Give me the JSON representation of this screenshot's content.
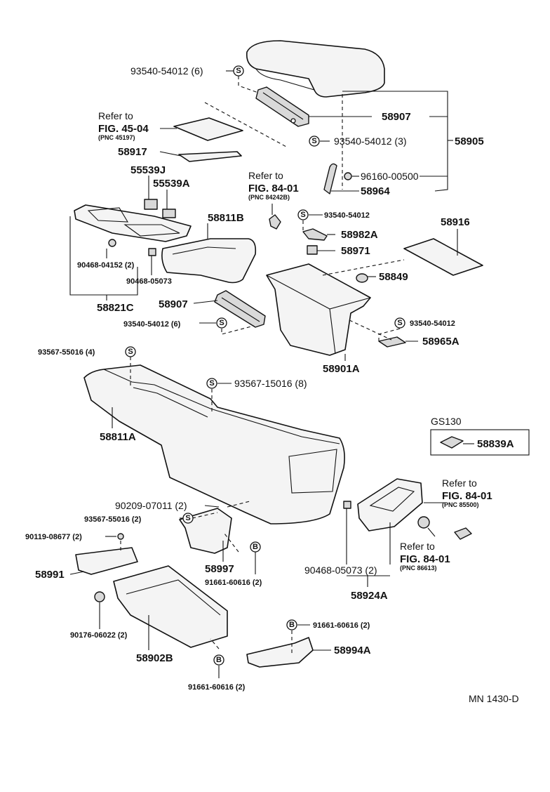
{
  "labels": {
    "p93540_54012_6_top": "93540-54012 (6)",
    "refer_fig_45_04_l1": "Refer to",
    "refer_fig_45_04_l2": "FIG. 45-04",
    "refer_fig_45_04_pnc": "(PNC 45197)",
    "p58907_top": "58907",
    "p93540_54012_3": "93540-54012 (3)",
    "p58905": "58905",
    "p58917": "58917",
    "p96160_00500": "96160-00500",
    "p58964": "58964",
    "p55539J": "55539J",
    "p55539A": "55539A",
    "refer_fig_84_01a_l1": "Refer to",
    "refer_fig_84_01a_l2": "FIG. 84-01",
    "refer_fig_84_01a_pnc": "(PNC 84242B)",
    "p93540_54012_mid": "93540-54012",
    "p58811B": "58811B",
    "p58982A": "58982A",
    "p58916": "58916",
    "p58971": "58971",
    "p90468_04152_2": "90468-04152 (2)",
    "p58849": "58849",
    "p90468_05073": "90468-05073",
    "p58821C": "58821C",
    "p58907_mid": "58907",
    "p93540_54012_6_mid": "93540-54012 (6)",
    "p93540_54012_right": "93540-54012",
    "p58965A": "58965A",
    "p93567_55016_4": "93567-55016 (4)",
    "p58901A": "58901A",
    "p93567_15016_8": "93567-15016 (8)",
    "gs130": "GS130",
    "p58811A": "58811A",
    "p58839A": "58839A",
    "refer_fig_84_01b_l1": "Refer to",
    "refer_fig_84_01b_l2": "FIG. 84-01",
    "refer_fig_84_01b_pnc": "(PNC 85500)",
    "p90209_07011_2": "90209-07011 (2)",
    "p93567_55016_2": "93567-55016 (2)",
    "p90119_08677_2": "90119-08677 (2)",
    "refer_fig_84_01c_l1": "Refer to",
    "refer_fig_84_01c_l2": "FIG. 84-01",
    "refer_fig_84_01c_pnc": "(PNC 86613)",
    "p58997": "58997",
    "p58991": "58991",
    "p91661_60616_2_a": "91661-60616 (2)",
    "p90468_05073_2": "90468-05073 (2)",
    "p58924A": "58924A",
    "p90176_06022_2": "90176-06022 (2)",
    "p91661_60616_2_b": "91661-60616 (2)",
    "p58902B": "58902B",
    "p58994A": "58994A",
    "p91661_60616_2_c": "91661-60616 (2)",
    "drawing_code": "MN  1430-D"
  },
  "symbols": {
    "s": "S",
    "b": "B"
  },
  "colors": {
    "ink": "#111111",
    "part_fill": "#f4f4f4",
    "shade": "#d9d9d9"
  }
}
